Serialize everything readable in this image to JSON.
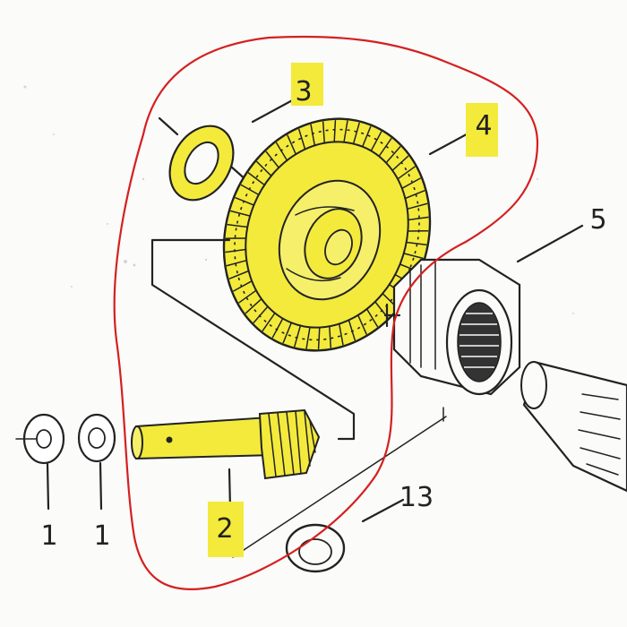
{
  "diagram": {
    "labels": {
      "washer_left_a": "1",
      "washer_left_b": "1",
      "pinion_shaft": "2",
      "thrust_washer": "3",
      "ring_gear": "4",
      "clutch_sleeve": "5",
      "washer_bottom": "13"
    },
    "colors": {
      "highlight": "#f3ea3c",
      "outline_marker": "#d42020",
      "ink": "#222222"
    }
  }
}
